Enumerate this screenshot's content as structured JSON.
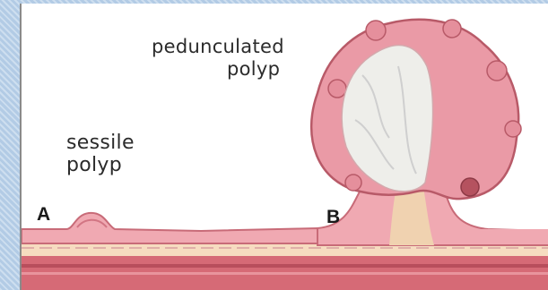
{
  "labels": {
    "pedunculated_line1": "pedunculated",
    "pedunculated_line2": "polyp",
    "sessile_line1": "sessile",
    "sessile_line2": "polyp",
    "marker_a": "A",
    "marker_b": "B"
  },
  "colors": {
    "mucosa": "#f0a9b2",
    "mucosa_dark": "#c86b78",
    "stalk_core": "#f0d2b0",
    "submucosa": "#f6dcc0",
    "muscle_band": "#d66a76",
    "polyp_head_white": "#eeeeea"
  }
}
